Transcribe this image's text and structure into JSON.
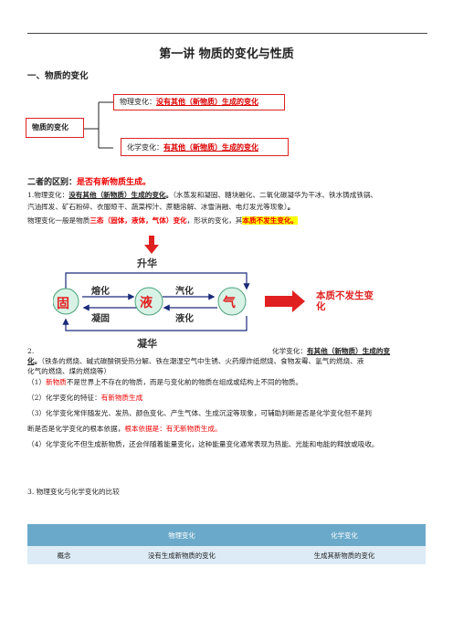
{
  "title": "第一讲  物质的变化与性质",
  "section1": {
    "heading": "一、物质的变化",
    "root_label": "物质的变化",
    "physical_prefix": "物理变化：",
    "physical_def": "没有其他（新物质）生成的变化",
    "chemical_prefix": "化学变化：",
    "chemical_def": "有其他（新物质）生成的变化"
  },
  "difference": {
    "label": "二者的区别：",
    "value": "是否有新物质生成。"
  },
  "para1": {
    "prefix": "1.物理变化：",
    "def": "没有其他（新物质）生成的变化",
    "dot": "。",
    "examples": "（水蒸发和凝固、糖块融化、二氧化碳凝华为干冰、铁水铸成铁锅、",
    "examples2": "汽油挥发、矿石粉碎、衣服晾干、蔬菜榨汁、蔗糖溶解、冰雪消融、电灯发光等现象）",
    "end": "。"
  },
  "para1b": {
    "prefix": "物理变化一般是物质",
    "states": "三态（固体，液体，气体）变化",
    "middle": "，形状的变化，其",
    "essence": "本质不发生变化。"
  },
  "diagram": {
    "top": "升华",
    "bottom": "凝华",
    "solid": "固",
    "liquid": "液",
    "gas": "气",
    "melt": "熔化",
    "solidify": "凝固",
    "vaporize": "汽化",
    "liquefy": "液化",
    "essence": "本质不发生变化"
  },
  "para2": {
    "number": "2.",
    "prefix": "化学变化：",
    "def": "有其他（新物质）生成的变",
    "def2": "化",
    "dot": "。",
    "examples": "（铁条的燃烧、碱式碳酸铜受热分解、铁在潮湿空气中生锈、火药爆炸纸燃烧、食物发霉、氢气的燃烧、液",
    "examples2": "化气的燃烧、煤的燃烧等）",
    "l1_num": "（1）",
    "l1_red": "新物质",
    "l1_rest": "不是世界上不存在的物质，而是与变化前的物质在组成或结构上不同的物质。",
    "l2_prefix": "（2）化学变化的特征：",
    "l2_red": "有新物质生成",
    "l3_a": "（3）化学变化常伴随发光、发热、颜色变化、产生气体、生成沉淀等现象，可辅助判断是否是化学变化但不是判",
    "l3_b": "断是否是化学变化的根本依据，",
    "l3_red": "根本依据是：有无新物质生成。",
    "l4": "（4）化学变化不但生成新物质，还会伴随着能量变化，这种能量变化通常表现为热能、光能和电能的释放或吸收。"
  },
  "section3": {
    "heading": "3. 物理变化与化学变化的比较",
    "table": {
      "headers": [
        "",
        "物理变化",
        "化学变化"
      ],
      "rows": [
        [
          "概念",
          "没有生成新物质的变化",
          "生成其新物质的变化"
        ]
      ]
    }
  }
}
